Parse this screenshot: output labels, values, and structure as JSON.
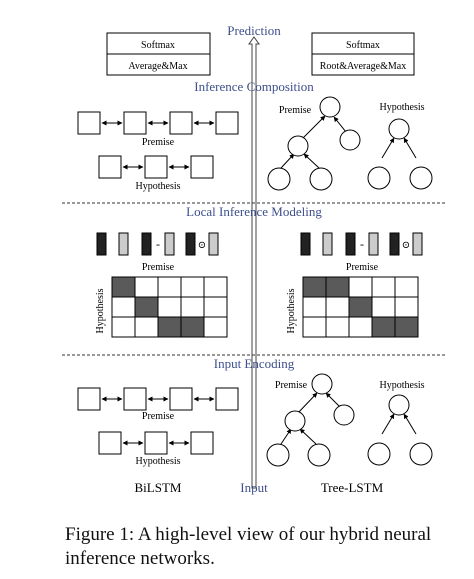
{
  "diagram": {
    "prediction_label": "Prediction",
    "inference_composition_label": "Inference Composition",
    "local_inference_label": "Local Inference Modeling",
    "input_encoding_label": "Input Encoding",
    "input_label": "Input",
    "bilstm_label": "BiLSTM",
    "tree_lstm_label": "Tree-LSTM",
    "left_box": {
      "top": "Softmax",
      "bottom": "Average&Max"
    },
    "right_box": {
      "top": "Softmax",
      "bottom": "Root&Average&Max"
    },
    "premise_label": "Premise",
    "hypothesis_label": "Hypothesis",
    "minus_symbol": "-",
    "odot_symbol": "⊙",
    "matrix_shading": [
      [
        1,
        0,
        0,
        0,
        0
      ],
      [
        0,
        1,
        0,
        0,
        0
      ],
      [
        0,
        0,
        1,
        1,
        0
      ]
    ],
    "matrix_shading_right": [
      [
        1,
        1,
        0,
        0,
        0
      ],
      [
        0,
        0,
        1,
        0,
        0
      ],
      [
        0,
        0,
        0,
        1,
        1
      ]
    ]
  },
  "caption": "Figure 1: A high-level view of our hybrid neural inference networks."
}
